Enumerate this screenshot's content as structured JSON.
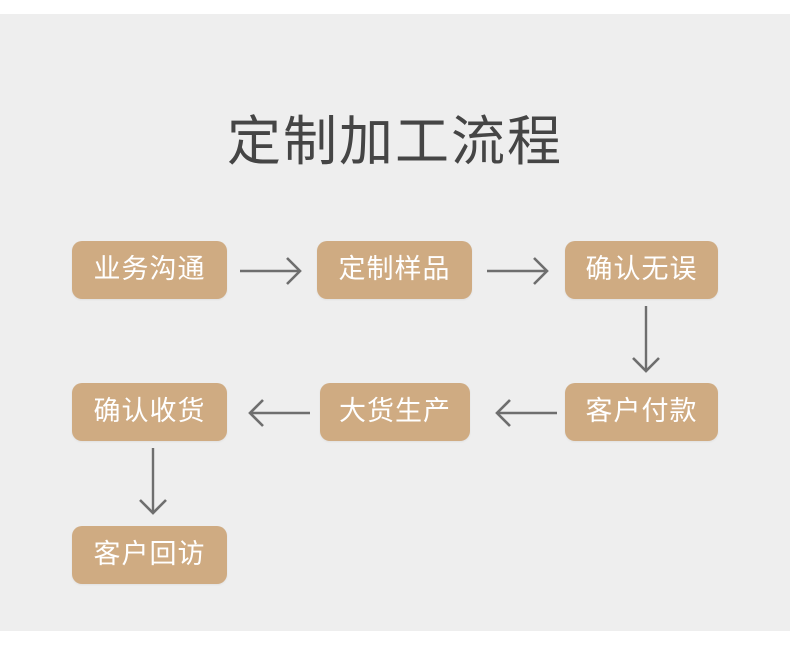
{
  "page": {
    "title": "定制加工流程",
    "background_color": "#eeeeee",
    "node_color": "#cfab82",
    "node_text_color": "#ffffff",
    "title_color": "#454545",
    "arrow_color": "#6e6e6e"
  },
  "flow": {
    "nodes": [
      {
        "id": "node-1",
        "label": "业务沟通"
      },
      {
        "id": "node-2",
        "label": "定制样品"
      },
      {
        "id": "node-3",
        "label": "确认无误"
      },
      {
        "id": "node-4",
        "label": "客户付款"
      },
      {
        "id": "node-5",
        "label": "大货生产"
      },
      {
        "id": "node-6",
        "label": "确认收货"
      },
      {
        "id": "node-7",
        "label": "客户回访"
      }
    ],
    "connectors": [
      {
        "id": "connector-1",
        "from": "node-1",
        "to": "node-2",
        "direction": "right"
      },
      {
        "id": "connector-2",
        "from": "node-2",
        "to": "node-3",
        "direction": "right"
      },
      {
        "id": "connector-3",
        "from": "node-3",
        "to": "node-4",
        "direction": "down"
      },
      {
        "id": "connector-4",
        "from": "node-4",
        "to": "node-5",
        "direction": "left"
      },
      {
        "id": "connector-5",
        "from": "node-5",
        "to": "node-6",
        "direction": "left"
      },
      {
        "id": "connector-6",
        "from": "node-6",
        "to": "node-7",
        "direction": "down"
      }
    ]
  }
}
